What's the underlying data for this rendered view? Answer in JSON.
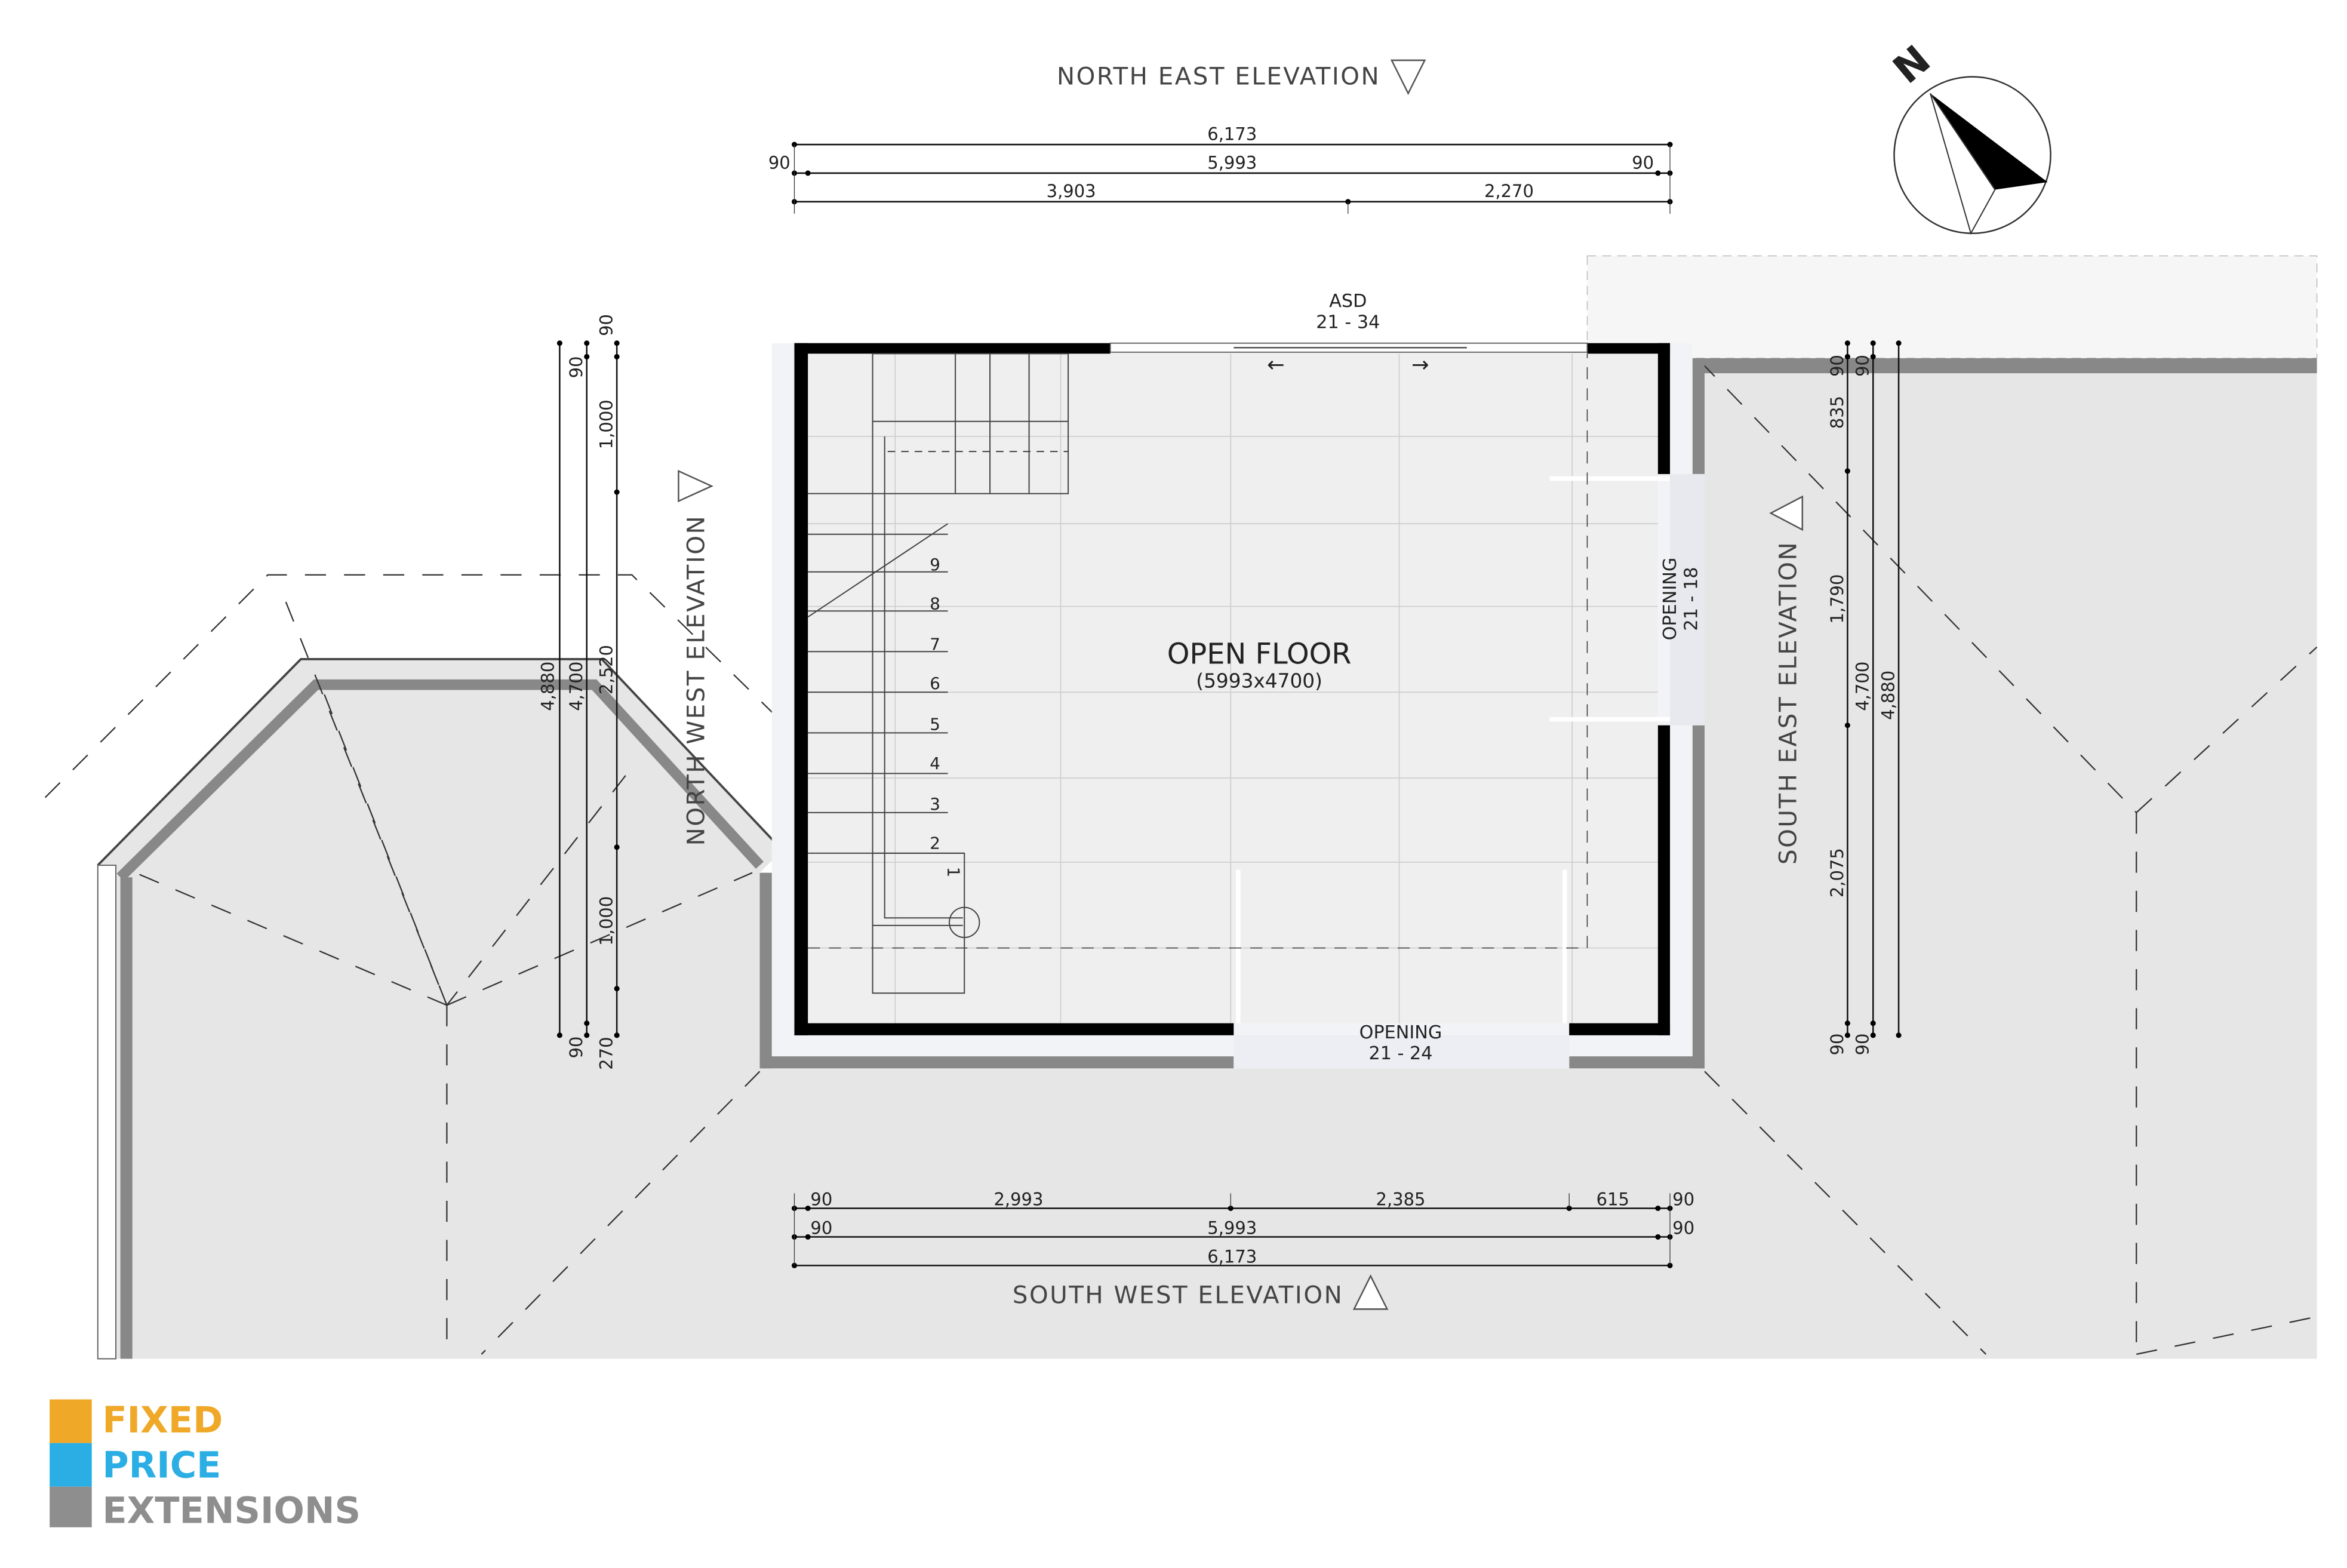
{
  "elevations": {
    "north_east": "NORTH EAST ELEVATION",
    "south_west": "SOUTH WEST ELEVATION",
    "north_west": "NORTH WEST ELEVATION",
    "south_east": "SOUTH EAST ELEVATION"
  },
  "compass": {
    "label": "N"
  },
  "rooms": {
    "open_floor": {
      "name": "OPEN FLOOR",
      "size": "(5993x4700)"
    },
    "asd": {
      "name": "ASD",
      "ref": "21 - 34"
    },
    "opening_se": {
      "name": "OPENING",
      "ref": "21 - 18"
    },
    "opening_sw": {
      "name": "OPENING",
      "ref": "21 - 24"
    }
  },
  "stairs": {
    "steps": [
      "1",
      "2",
      "3",
      "4",
      "5",
      "6",
      "7",
      "8",
      "9"
    ]
  },
  "dimensions": {
    "top": {
      "overall": "6,173",
      "left_wall": "90",
      "internal": "5,993",
      "right_wall": "90",
      "seg1": "3,903",
      "seg2": "2,270"
    },
    "bottom": {
      "w1": "90",
      "seg1": "2,993",
      "seg2": "2,385",
      "seg3": "615",
      "w2": "90",
      "w3": "90",
      "internal": "5,993",
      "w4": "90",
      "overall": "6,173"
    },
    "left": {
      "overall": "4,880",
      "w1": "90",
      "internal": "4,700",
      "w2": "90",
      "w3": "90",
      "seg1": "1,000",
      "seg2": "2,520",
      "seg3": "1,000",
      "seg4": "270"
    },
    "right": {
      "w1": "90",
      "seg1": "835",
      "seg2": "1,790",
      "seg3": "2,075",
      "w2": "90",
      "w3": "90",
      "internal": "4,700",
      "w4": "90",
      "overall": "4,880"
    }
  },
  "logo": {
    "line1": "FIXED",
    "line2": "PRICE",
    "line3": "EXTENSIONS"
  },
  "colors": {
    "orange": "#f0a828",
    "blue": "#2aaee3",
    "grey": "#8e8e8e",
    "wall": "#000000",
    "ground": "#e6e6e6"
  }
}
